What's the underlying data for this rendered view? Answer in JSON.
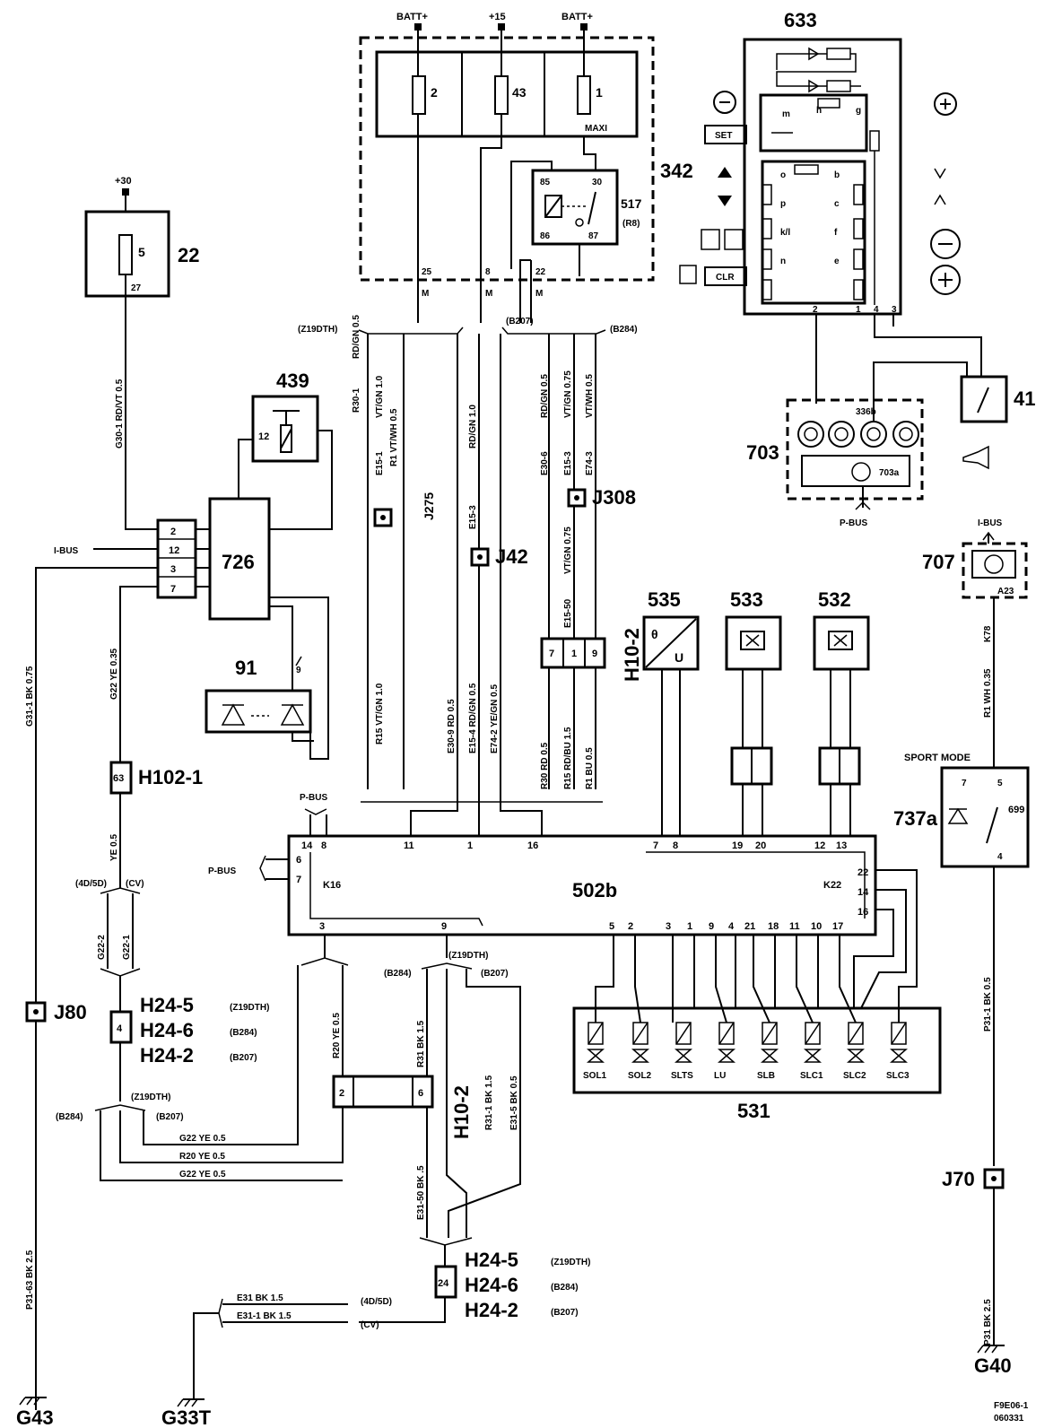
{
  "supplies": {
    "batt1": "BATT+",
    "ign": "+15",
    "batt2": "BATT+",
    "p30": "+30"
  },
  "fusebox": {
    "fuse_a": "2",
    "fuse_b": "43",
    "fuse_c": "1",
    "fuse_c_type": "MAXI",
    "pin_a": "25",
    "pin_b": "8",
    "pin_c": "22",
    "pin_m": "M",
    "id": "342"
  },
  "relay": {
    "id": "517",
    "sub": "(R8)",
    "p85": "85",
    "p30": "30",
    "p86": "86",
    "p87": "87"
  },
  "fuse22": {
    "id": "22",
    "fuse": "5",
    "pin": "27"
  },
  "comp633": {
    "id": "633",
    "set": "SET",
    "clr": "CLR",
    "labels": [
      "m",
      "h",
      "g",
      "o",
      "b",
      "p",
      "c",
      "k/l",
      "f",
      "n",
      "e"
    ],
    "pins": [
      "2",
      "1",
      "4",
      "3"
    ]
  },
  "comp439": {
    "id": "439",
    "pin": "12"
  },
  "comp726": {
    "id": "726",
    "pins": [
      "2",
      "12",
      "3",
      "7"
    ]
  },
  "comp91": {
    "id": "91",
    "pin": "9"
  },
  "comp703": {
    "id": "703",
    "sub": "336b",
    "unit": "703a",
    "bus": "P-BUS"
  },
  "comp41": {
    "id": "41"
  },
  "comp707": {
    "id": "707",
    "bus": "I-BUS",
    "pin": "A23"
  },
  "comp535": {
    "id": "535",
    "theta": "θ",
    "u": "U"
  },
  "comp533": {
    "id": "533"
  },
  "comp532": {
    "id": "532"
  },
  "comp737a": {
    "id": "737a",
    "title": "SPORT MODE",
    "p7": "7",
    "p5": "5",
    "p4": "4",
    "sub": "699"
  },
  "ecu502b": {
    "id": "502b",
    "k16": "K16",
    "k22": "K22",
    "top_pins": [
      "14",
      "8",
      "11",
      "1",
      "16",
      "7",
      "8",
      "19",
      "20",
      "12",
      "13"
    ],
    "left_pins": [
      "6",
      "7"
    ],
    "bottom_pins": [
      "3",
      "9"
    ],
    "bot_right_pins": [
      "5",
      "2",
      "3",
      "1",
      "9",
      "4",
      "21",
      "18",
      "11",
      "10",
      "17"
    ],
    "right_pins": [
      "22",
      "14",
      "16"
    ]
  },
  "comp531": {
    "id": "531",
    "valves": [
      "SOL1",
      "SOL2",
      "SLTS",
      "LU",
      "SLB",
      "SLC1",
      "SLC2",
      "SLC3"
    ]
  },
  "connectors": {
    "h10_2": "H10-2",
    "h10_2_pins": [
      "7",
      "1",
      "9"
    ],
    "h10_2b_pins": [
      "2",
      "6"
    ],
    "h102_1": "H102-1",
    "h102_1_pin": "63",
    "h24_a": [
      "H24-5",
      "H24-6",
      "H24-2"
    ],
    "h24_a_pin": "4",
    "h24_b": [
      "H24-5",
      "H24-6",
      "H24-2"
    ],
    "h24_b_pin": "24",
    "variants": [
      "(Z19DTH)",
      "(B284)",
      "(B207)"
    ]
  },
  "junctions": {
    "j275": "J275",
    "j42": "J42",
    "j308": "J308",
    "j80": "J80",
    "j70": "J70"
  },
  "grounds": {
    "g43": "G43",
    "g33t": "G33T",
    "g40": "G40"
  },
  "bus": {
    "ibus": "I-BUS",
    "pbus": "P-BUS"
  },
  "variant_labels": {
    "v4d5d": "(4D/5D)",
    "vcv": "(CV)"
  },
  "wires": {
    "g30_1": "G30-1  RD/VT   0.5",
    "g31_1": "G31-1    BK   0.75",
    "g22_a": "G22   YE  0.35",
    "ye05": "YE   0.5",
    "g22_2": "G22-2",
    "g22_1": "G22-1",
    "p31_63": "P31-63     BK   2.5",
    "r30_1": "R30-1",
    "rdgn05": "RD/GN   0.5",
    "e15_1": "E15-1",
    "vtgn10": "VT/GN   1.0",
    "r1a": "R1  VT/WH  0.5",
    "e15_3": "E15-3",
    "rdgn10": "RD/GN   1.0",
    "e30_6": "E30-6",
    "rdgn05b": "RD/GN   0.5",
    "e15_3b": "E15-3",
    "vtgn075": "VT/GN   0.75",
    "e74_3": "E74-3",
    "vtwh05": "VT/WH   0.5",
    "e15_50": "E15-50",
    "vtgn075b": "VT/GN   0.75",
    "r15": "R15   VT/GN   1.0",
    "e30_9": "E30-9  RD  0.5",
    "e15_4": "E15-4  RD/GN  0.5",
    "e74_2": "E74-2  YE/GN  0.5",
    "r30": "R30  RD  0.5",
    "r15b": "R15  RD/BU  1.5",
    "r1b": "R1  BU  0.5",
    "r20": "R20  YE  0.5",
    "r31": "R31  BK  1.5",
    "r31_1": "R31-1   BK  1.5",
    "e31_5": "E31-5   BK  0.5",
    "e31_50": "E31-50  BK  .5",
    "g22_ye_05": "G22  YE  0.5",
    "r20_ye_05": "R20  YE  0.5",
    "g22_ye_05b": "G22  YE  0.5",
    "e31": "E31  BK  1.5",
    "e31_1": "E31-1   BK  1.5",
    "k78": "K78",
    "r1_wh": "R1  WH  0.35",
    "p31_1": "P31-1  BK  0.5",
    "p31": "P31  BK  2.5"
  },
  "footer": {
    "ref": "F9E06-1",
    "date": "060331"
  }
}
